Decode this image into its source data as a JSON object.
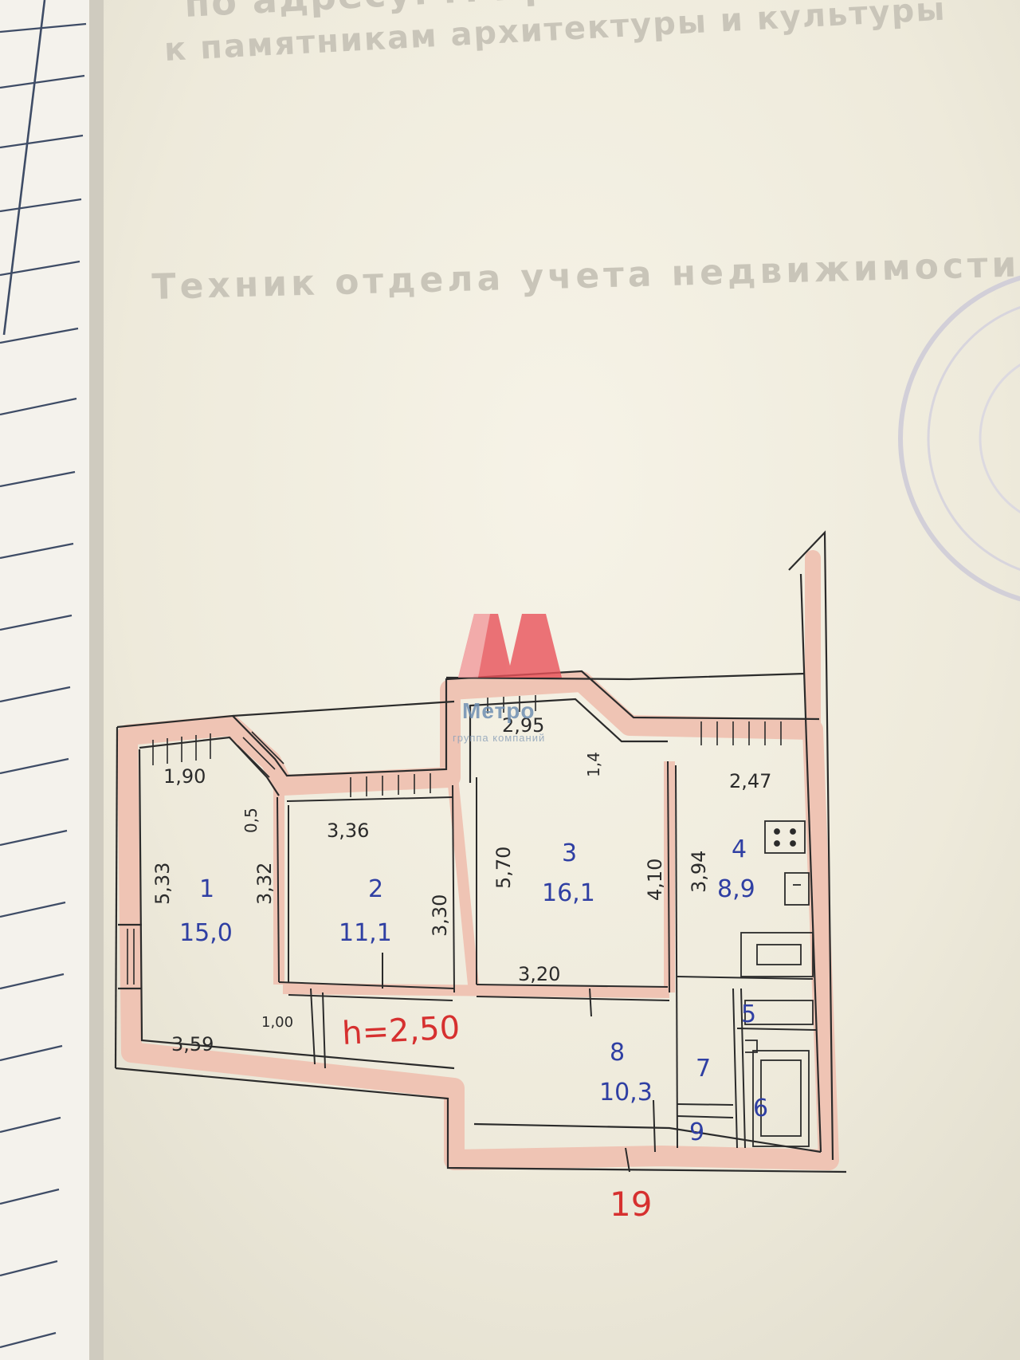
{
  "header": {
    "line1": "по адресу: г. Ярославль, ул. Калинина",
    "line2": "к памятникам архитектуры и культуры"
  },
  "signature": {
    "title": "Техник отдела учета недвижимости"
  },
  "logo": {
    "name": "Метро",
    "subtitle": "группа компаний",
    "accent": "#e8525a"
  },
  "plan": {
    "ceiling_height": "h=2,50",
    "apartment_number": "19",
    "rooms": [
      {
        "number": "1",
        "area": "15,0"
      },
      {
        "number": "2",
        "area": "11,1"
      },
      {
        "number": "3",
        "area": "16,1"
      },
      {
        "number": "4",
        "area": "8,9"
      },
      {
        "number": "5",
        "area": ""
      },
      {
        "number": "6",
        "area": ""
      },
      {
        "number": "7",
        "area": ""
      },
      {
        "number": "8",
        "area": "10,3"
      },
      {
        "number": "9",
        "area": ""
      }
    ],
    "dimensions": [
      "1,90",
      "5,33",
      "3,32",
      "3,59",
      "1,00",
      "3,36",
      "3,30",
      "5,70",
      "4,10",
      "3,20",
      "2,95",
      "1,4",
      "2,47",
      "3,94",
      "0,5"
    ]
  },
  "colors": {
    "ink_blue": "#2f3fa3",
    "ink_red": "#d6302f",
    "wall_fill": "#efc4b4",
    "line": "#2b2b2b"
  }
}
